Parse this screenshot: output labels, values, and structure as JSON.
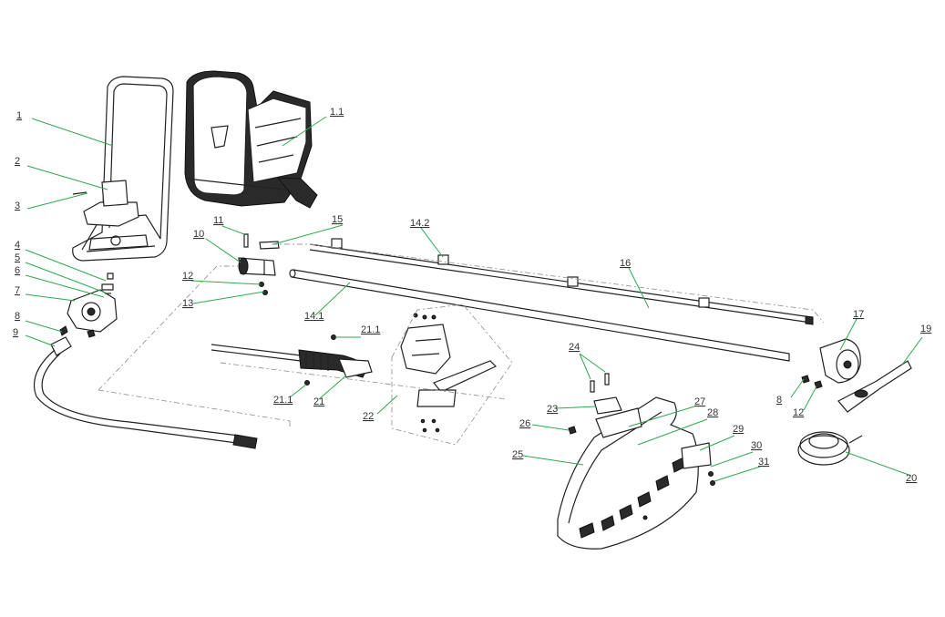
{
  "callouts": [
    {
      "id": "c1",
      "text": "1"
    },
    {
      "id": "c1_1",
      "text": "1.1"
    },
    {
      "id": "c2",
      "text": "2"
    },
    {
      "id": "c3",
      "text": "3"
    },
    {
      "id": "c4",
      "text": "4"
    },
    {
      "id": "c5",
      "text": "5"
    },
    {
      "id": "c6",
      "text": "6"
    },
    {
      "id": "c7",
      "text": "7"
    },
    {
      "id": "c8",
      "text": "8"
    },
    {
      "id": "c9",
      "text": "9"
    },
    {
      "id": "c10",
      "text": "10"
    },
    {
      "id": "c11",
      "text": "11"
    },
    {
      "id": "c12",
      "text": "12"
    },
    {
      "id": "c13",
      "text": "13"
    },
    {
      "id": "c14_1",
      "text": "14.1"
    },
    {
      "id": "c14_2",
      "text": "14.2"
    },
    {
      "id": "c15",
      "text": "15"
    },
    {
      "id": "c16",
      "text": "16"
    },
    {
      "id": "c17",
      "text": "17"
    },
    {
      "id": "c8b",
      "text": "8"
    },
    {
      "id": "c12b",
      "text": "12"
    },
    {
      "id": "c19",
      "text": "19"
    },
    {
      "id": "c20",
      "text": "20"
    },
    {
      "id": "c21",
      "text": "21"
    },
    {
      "id": "c21_1a",
      "text": "21.1"
    },
    {
      "id": "c21_1b",
      "text": "21.1"
    },
    {
      "id": "c22",
      "text": "22"
    },
    {
      "id": "c23",
      "text": "23"
    },
    {
      "id": "c24",
      "text": "24"
    },
    {
      "id": "c25",
      "text": "25"
    },
    {
      "id": "c26",
      "text": "26"
    },
    {
      "id": "c27",
      "text": "27"
    },
    {
      "id": "c28",
      "text": "28"
    },
    {
      "id": "c29",
      "text": "29"
    },
    {
      "id": "c30",
      "text": "30"
    },
    {
      "id": "c31",
      "text": "31"
    }
  ],
  "colors": {
    "leader": "#2fa84f",
    "outline": "#222222"
  }
}
